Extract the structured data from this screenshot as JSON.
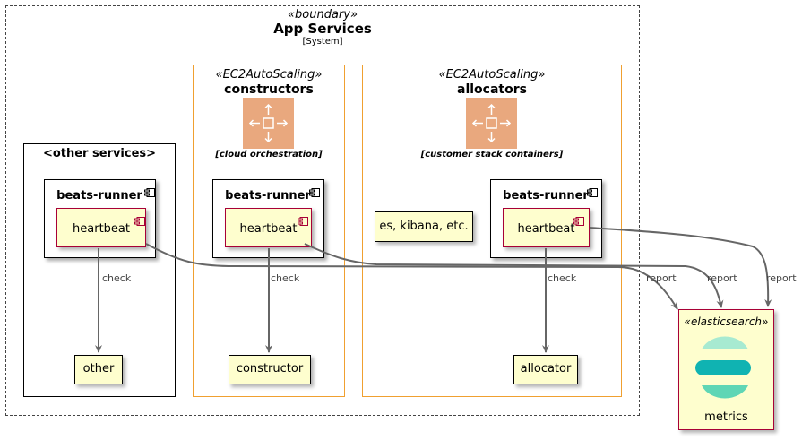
{
  "boundary": {
    "stereotype": "«boundary»",
    "title": "App Services",
    "subtitle": "[System]"
  },
  "constructors": {
    "stereotype": "«EC2AutoScaling»",
    "title": "constructors",
    "caption": "[cloud orchestration]"
  },
  "allocators": {
    "stereotype": "«EC2AutoScaling»",
    "title": "allocators",
    "caption": "[customer stack containers]"
  },
  "other_services": {
    "title": "<other services>"
  },
  "beats_runner_label": "beats-runner",
  "heartbeat_label": "heartbeat",
  "es_kibana_label": "es, kibana, etc.",
  "targets": {
    "other": "other",
    "constructor": "constructor",
    "allocator": "allocator"
  },
  "elasticsearch": {
    "stereotype": "«elasticsearch»",
    "label": "metrics"
  },
  "edges": {
    "check": "check",
    "report": "report"
  },
  "colors": {
    "autoscaling_border": "#f0a030",
    "component_border": "#a80036",
    "component_fill": "#fefece",
    "autoscaling_icon": "#e9a87e"
  }
}
